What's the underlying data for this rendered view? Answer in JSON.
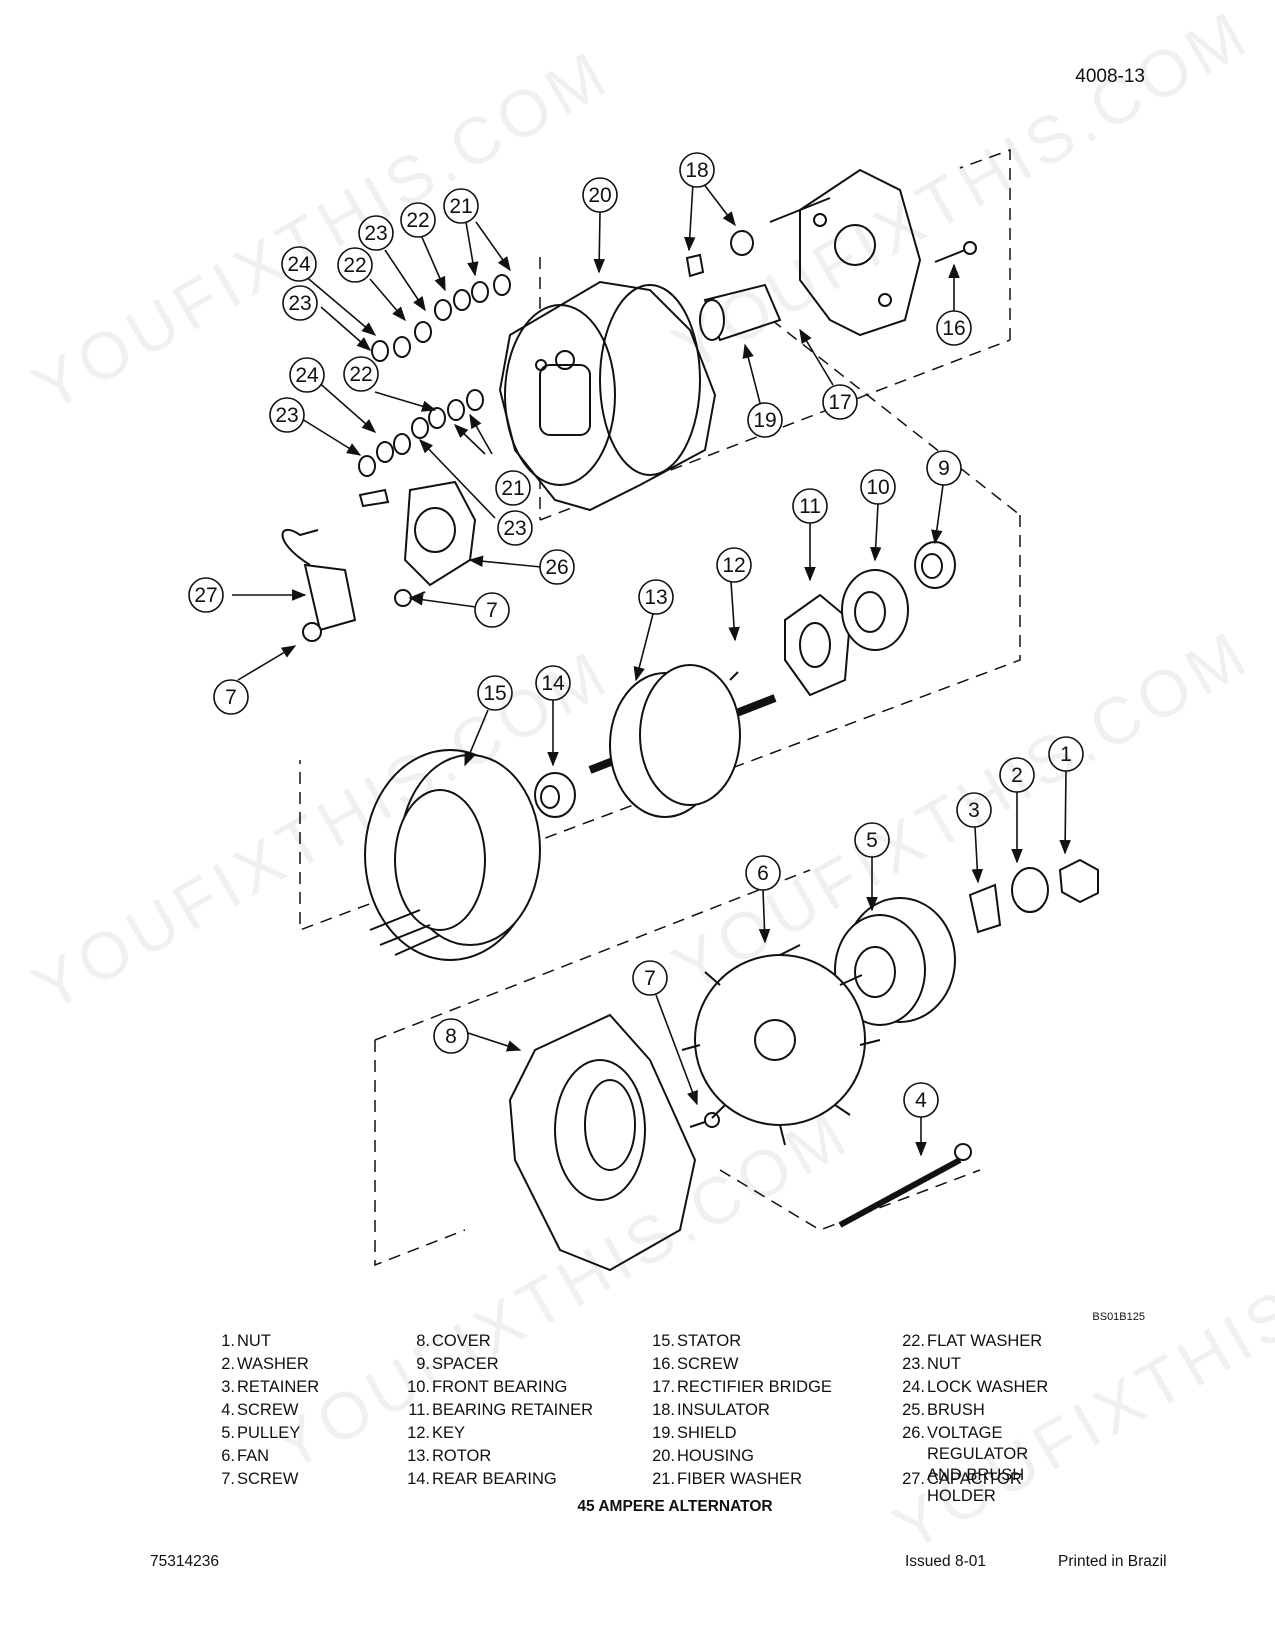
{
  "page": {
    "number": "4008-13",
    "figure_code": "BS01B125",
    "caption": "45 AMPERE ALTERNATOR"
  },
  "legend": {
    "columns": [
      [
        {
          "num": "1.",
          "label": "NUT"
        },
        {
          "num": "2.",
          "label": "WASHER"
        },
        {
          "num": "3.",
          "label": "RETAINER"
        },
        {
          "num": "4.",
          "label": "SCREW"
        },
        {
          "num": "5.",
          "label": "PULLEY"
        },
        {
          "num": "6.",
          "label": "FAN"
        },
        {
          "num": "7.",
          "label": "SCREW"
        }
      ],
      [
        {
          "num": "8.",
          "label": "COVER"
        },
        {
          "num": "9.",
          "label": "SPACER"
        },
        {
          "num": "10.",
          "label": "FRONT BEARING"
        },
        {
          "num": "11.",
          "label": "BEARING RETAINER"
        },
        {
          "num": "12.",
          "label": "KEY"
        },
        {
          "num": "13.",
          "label": "ROTOR"
        },
        {
          "num": "14.",
          "label": "REAR BEARING"
        }
      ],
      [
        {
          "num": "15.",
          "label": "STATOR"
        },
        {
          "num": "16.",
          "label": "SCREW"
        },
        {
          "num": "17.",
          "label": "RECTIFIER BRIDGE"
        },
        {
          "num": "18.",
          "label": "INSULATOR"
        },
        {
          "num": "19.",
          "label": "SHIELD"
        },
        {
          "num": "20.",
          "label": "HOUSING"
        },
        {
          "num": "21.",
          "label": "FIBER WASHER"
        }
      ],
      [
        {
          "num": "22.",
          "label": "FLAT WASHER"
        },
        {
          "num": "23.",
          "label": "NUT"
        },
        {
          "num": "24.",
          "label": "LOCK WASHER"
        },
        {
          "num": "25.",
          "label": "BRUSH"
        },
        {
          "num": "26.",
          "label": "VOLTAGE REGULATOR\nAND BRUSH HOLDER"
        },
        {
          "num": "27.",
          "label": "CAPACITOR"
        }
      ]
    ]
  },
  "callouts": {
    "c1": "1",
    "c2": "2",
    "c3": "3",
    "c4": "4",
    "c5": "5",
    "c6": "6",
    "c7a": "7",
    "c7b": "7",
    "c7c": "7",
    "c8": "8",
    "c9": "9",
    "c10": "10",
    "c11": "11",
    "c12": "12",
    "c13": "13",
    "c14": "14",
    "c15": "15",
    "c16": "16",
    "c17": "17",
    "c18": "18",
    "c19": "19",
    "c20": "20",
    "c21a": "21",
    "c21b": "21",
    "c22a": "22",
    "c22b": "22",
    "c22c": "22",
    "c23a": "23",
    "c23b": "23",
    "c23c": "23",
    "c23d": "23",
    "c24a": "24",
    "c24b": "24",
    "c26": "26",
    "c27": "27"
  },
  "footer": {
    "doc_number": "75314236",
    "issued": "Issued 8-01",
    "printed": "Printed in Brazil"
  },
  "watermark": "YOUFIXTHIS.COM"
}
